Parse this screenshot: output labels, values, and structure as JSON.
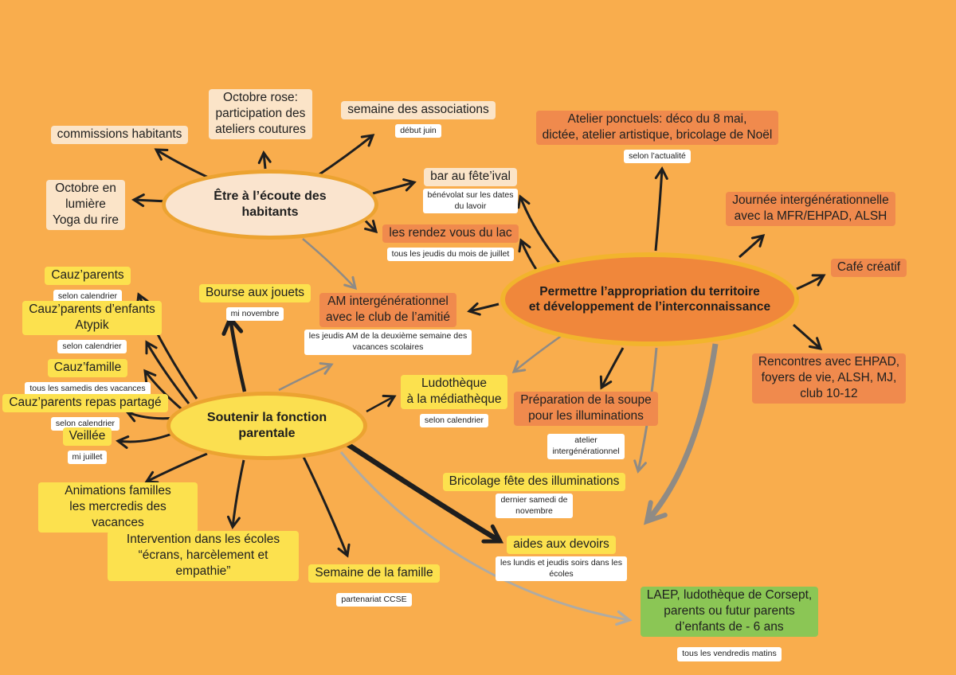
{
  "palette": {
    "background": "#F9AD4D",
    "cream_chip": "#FBE4C8",
    "orange_chip": "#F08A4D",
    "yellow_chip": "#FCE14E",
    "green_chip": "#8BC655",
    "white_chip": "#FFFFFF",
    "hub_ecoute_fill": "#FAE4CE",
    "hub_territoire_fill": "#F0873B",
    "hub_parentale_fill": "#FBDF50",
    "hub_border_orange": "#ECA331",
    "hub_border_gold": "#F2B42D",
    "arrow_black": "#1E1E1E",
    "arrow_gray": "#8F8B85",
    "arrow_lightgray": "#AFABA3"
  },
  "hubs": [
    {
      "id": "ecoute",
      "label": "Être à l’écoute des habitants"
    },
    {
      "id": "territoire",
      "label": "Permettre l’appropriation du territoire\net développement de l’interconnaissance"
    },
    {
      "id": "parentale",
      "label": "Soutenir la fonction parentale"
    }
  ],
  "nodes": [
    {
      "id": "commissions-habitants",
      "text": "commissions habitants"
    },
    {
      "id": "octobre-rose",
      "text": "Octobre rose:\nparticipation des\nateliers coutures"
    },
    {
      "id": "semaine-associations",
      "text": "semaine des associations",
      "sub": "début juin"
    },
    {
      "id": "octobre-en-lumiere",
      "text": "Octobre en\nlumière\nYoga du rire"
    },
    {
      "id": "bar-fetival",
      "text": "bar au fête’ival",
      "sub": "bénévolat sur les dates\ndu lavoir"
    },
    {
      "id": "rendez-vous-du-lac",
      "text": "les rendez vous du lac",
      "sub": "tous les jeudis du mois de juillet"
    },
    {
      "id": "ateliers-ponctuels",
      "text": "Atelier ponctuels: déco du 8 mai,\ndictée, atelier artistique, bricolage de Noël",
      "sub": "selon l’actualité"
    },
    {
      "id": "journee-intergenerationnelle",
      "text": "Journée intergénérationnelle\navec la MFR/EHPAD, ALSH"
    },
    {
      "id": "cafe-creatif",
      "text": "Café créatif"
    },
    {
      "id": "rencontres-ehpad",
      "text": "Rencontres avec EHPAD,\nfoyers de vie, ALSH, MJ,\nclub 10-12"
    },
    {
      "id": "preparation-soupe",
      "text": "Préparation de la soupe\npour les illuminations",
      "sub": "atelier\nintergénérationnel"
    },
    {
      "id": "am-intergenerationnel",
      "text": "AM intergénérationnel\navec le club de l’amitié",
      "sub": "les jeudis AM de la deuxième semaine des\nvacances scolaires"
    },
    {
      "id": "bourse-aux-jouets",
      "text": "Bourse aux jouets",
      "sub": "mi novembre"
    },
    {
      "id": "cauz-parents",
      "text": "Cauz’parents",
      "sub": "selon calendrier"
    },
    {
      "id": "cauz-parents-atypik",
      "text": "Cauz’parents d’enfants\nAtypik",
      "sub": "selon calendrier"
    },
    {
      "id": "cauz-famille",
      "text": "Cauz’famille",
      "sub": "tous les samedis des vacances"
    },
    {
      "id": "cauz-parents-repas",
      "text": "Cauz’parents repas partagé",
      "sub": "selon calendrier"
    },
    {
      "id": "veillee",
      "text": "Veillée",
      "sub": "mi juillet"
    },
    {
      "id": "animations-familles",
      "text": "Animations familles\nles mercredis des vacances"
    },
    {
      "id": "intervention-ecoles",
      "text": "Intervention dans les écoles\n“écrans, harcèlement et empathie”"
    },
    {
      "id": "semaine-famille",
      "text": "Semaine de la famille",
      "sub": "partenariat CCSE"
    },
    {
      "id": "ludotheque-mediatheque",
      "text": "Ludothèque\nà la médiathèque",
      "sub": "selon calendrier"
    },
    {
      "id": "bricolage-illuminations",
      "text": "Bricolage fête des illuminations",
      "sub": "dernier samedi de\nnovembre"
    },
    {
      "id": "aides-aux-devoirs",
      "text": "aides aux devoirs",
      "sub": "les lundis et jeudis soirs dans les\nécoles"
    },
    {
      "id": "laep",
      "text": "LAEP, ludothèque de Corsept,\nparents ou futur parents\nd’enfants de - 6 ans",
      "sub": "tous les vendredis matins"
    }
  ],
  "connections": [
    {
      "from": "ecoute",
      "to": "commissions-habitants",
      "color": "black"
    },
    {
      "from": "ecoute",
      "to": "octobre-rose",
      "color": "black"
    },
    {
      "from": "ecoute",
      "to": "semaine-associations",
      "color": "black"
    },
    {
      "from": "ecoute",
      "to": "octobre-en-lumiere",
      "color": "black"
    },
    {
      "from": "ecoute",
      "to": "bar-fetival",
      "color": "black"
    },
    {
      "from": "ecoute",
      "to": "rendez-vous-du-lac",
      "color": "black"
    },
    {
      "from": "ecoute",
      "to": "am-intergenerationnel",
      "color": "gray"
    },
    {
      "from": "territoire",
      "to": "ateliers-ponctuels",
      "color": "black"
    },
    {
      "from": "territoire",
      "to": "bar-fetival",
      "color": "black"
    },
    {
      "from": "territoire",
      "to": "rendez-vous-du-lac",
      "color": "black"
    },
    {
      "from": "territoire",
      "to": "journee-intergenerationnelle",
      "color": "black"
    },
    {
      "from": "territoire",
      "to": "cafe-creatif",
      "color": "black"
    },
    {
      "from": "territoire",
      "to": "rencontres-ehpad",
      "color": "black"
    },
    {
      "from": "territoire",
      "to": "am-intergenerationnel",
      "color": "black"
    },
    {
      "from": "territoire",
      "to": "preparation-soupe",
      "color": "black"
    },
    {
      "from": "territoire",
      "to": "ludotheque-mediatheque",
      "color": "gray"
    },
    {
      "from": "territoire",
      "to": "bricolage-illuminations",
      "color": "gray"
    },
    {
      "from": "territoire",
      "to": "aides-aux-devoirs",
      "color": "gray"
    },
    {
      "from": "parentale",
      "to": "bourse-aux-jouets",
      "color": "black"
    },
    {
      "from": "parentale",
      "to": "cauz-parents",
      "color": "black"
    },
    {
      "from": "parentale",
      "to": "cauz-parents-atypik",
      "color": "black"
    },
    {
      "from": "parentale",
      "to": "cauz-famille",
      "color": "black"
    },
    {
      "from": "parentale",
      "to": "cauz-parents-repas",
      "color": "black"
    },
    {
      "from": "parentale",
      "to": "veillee",
      "color": "black"
    },
    {
      "from": "parentale",
      "to": "animations-familles",
      "color": "black"
    },
    {
      "from": "parentale",
      "to": "intervention-ecoles",
      "color": "black"
    },
    {
      "from": "parentale",
      "to": "semaine-famille",
      "color": "black"
    },
    {
      "from": "parentale",
      "to": "ludotheque-mediatheque",
      "color": "black"
    },
    {
      "from": "parentale",
      "to": "aides-aux-devoirs",
      "color": "black"
    },
    {
      "from": "parentale",
      "to": "am-intergenerationnel",
      "color": "gray"
    },
    {
      "from": "parentale",
      "to": "laep",
      "color": "lightgray"
    }
  ]
}
